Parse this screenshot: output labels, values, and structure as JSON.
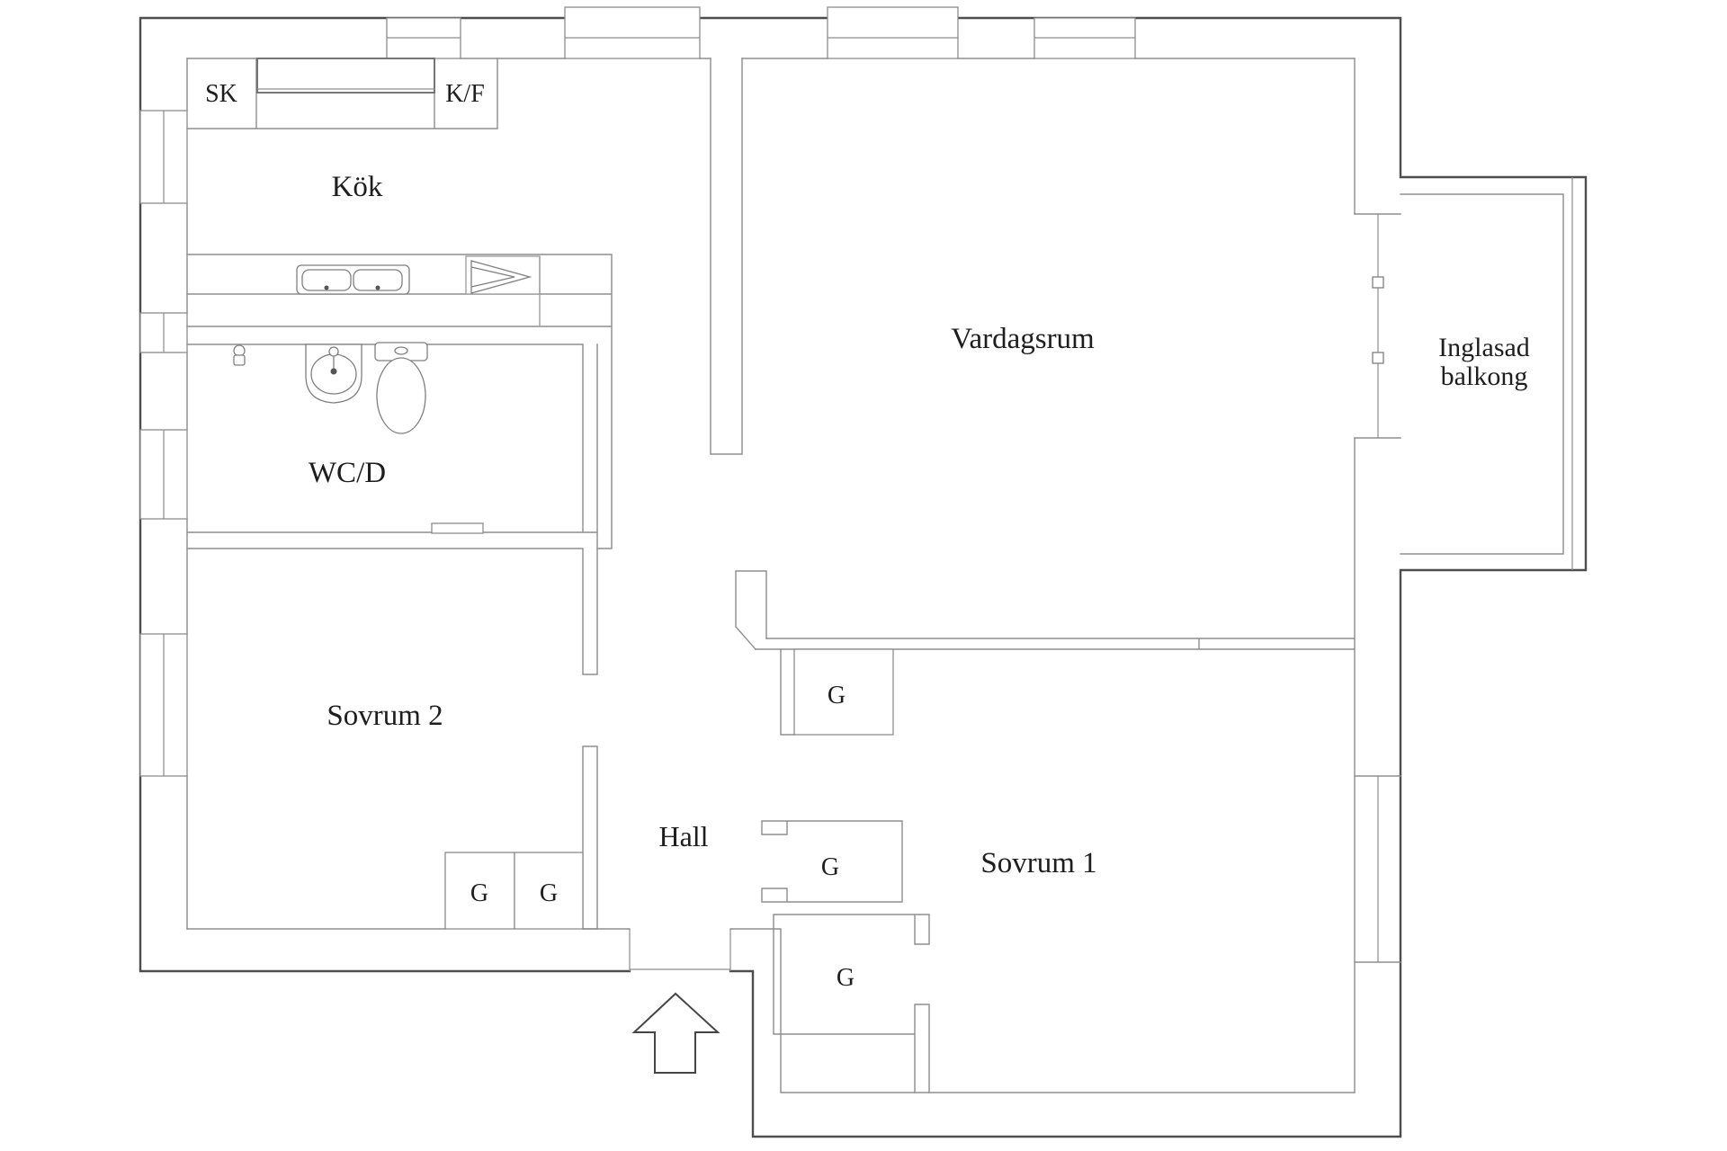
{
  "floorplan": {
    "type": "apartment-floor-plan",
    "colors": {
      "background": "#ffffff",
      "outer_wall": "#4d4d4d",
      "inner_wall": "#8d8d8d",
      "text": "#1e1e1e"
    },
    "rooms": {
      "kitchen": {
        "label": "Kök"
      },
      "closet_sk": {
        "label": "SK"
      },
      "fridge_freezer": {
        "label": "K/F"
      },
      "bathroom": {
        "label": "WC/D"
      },
      "living_room": {
        "label": "Vardagsrum"
      },
      "balcony": {
        "label_line1": "Inglasad",
        "label_line2": "balkong"
      },
      "bedroom2": {
        "label": "Sovrum 2"
      },
      "hall": {
        "label": "Hall"
      },
      "bedroom1": {
        "label": "Sovrum 1"
      }
    },
    "wardrobe_labels": [
      "G",
      "G",
      "G",
      "G",
      "G"
    ],
    "icons": {
      "entry_arrow": "arrow-up-entrance",
      "kitchen_sink": "double-bowl-sink",
      "stove": "stove-symbol",
      "bathroom_sink": "washbasin",
      "toilet": "toilet",
      "shower_mixer": "tap-symbol",
      "balcony_door": "sliding-door",
      "windows": "window-symbol"
    }
  }
}
